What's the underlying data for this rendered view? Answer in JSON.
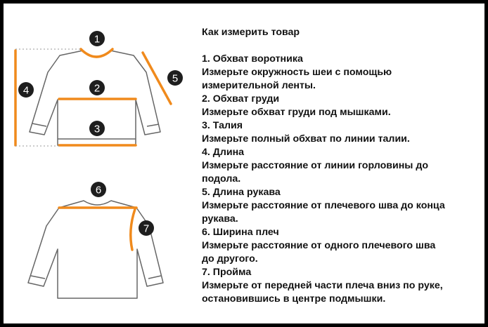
{
  "title": "Как измерить товар",
  "sections": [
    {
      "heading": "1. Обхват воротника",
      "lines": [
        "Измерьте окружность шеи с помощью",
        "измерительной ленты."
      ]
    },
    {
      "heading": "2. Обхват груди",
      "lines": [
        "Измерьте обхват груди под мышками."
      ]
    },
    {
      "heading": "3. Талия",
      "lines": [
        "Измерьте полный обхват по линии талии."
      ]
    },
    {
      "heading": "4. Длина",
      "lines": [
        "Измерьте расстояние от линии горловины до",
        "подола."
      ]
    },
    {
      "heading": "5. Длина рукава",
      "lines": [
        "Измерьте расстояние от плечевого шва до конца",
        "рукава."
      ]
    },
    {
      "heading": "6. Ширина плеч",
      "lines": [
        "Измерьте расстояние от одного плечевого шва",
        "до другого."
      ]
    },
    {
      "heading": "7. Пройма",
      "lines": [
        "Измерьте от передней части плеча вниз по руке,",
        "остановившись в центре подмышки."
      ]
    }
  ],
  "markers": [
    "1",
    "2",
    "3",
    "4",
    "5",
    "6",
    "7"
  ],
  "colors": {
    "accent": "#F08A1C",
    "marker": "#1e1e1e",
    "garment_stroke": "#666666",
    "frame": "#000000"
  }
}
